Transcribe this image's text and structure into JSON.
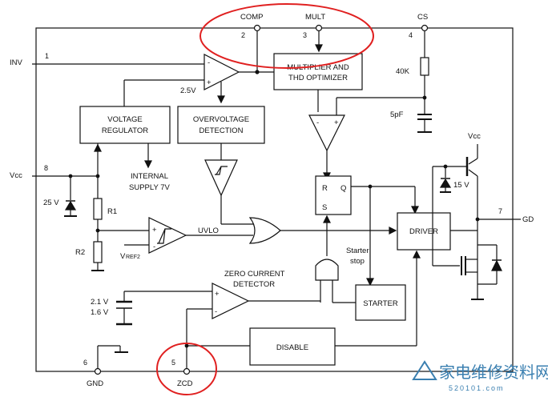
{
  "pins": {
    "inv": {
      "name": "INV",
      "num": "1"
    },
    "comp": {
      "name": "COMP",
      "num": "2"
    },
    "mult": {
      "name": "MULT",
      "num": "3"
    },
    "cs": {
      "name": "CS",
      "num": "4"
    },
    "zcd": {
      "name": "ZCD",
      "num": "5"
    },
    "gnd": {
      "name": "GND",
      "num": "6"
    },
    "gd": {
      "name": "GD",
      "num": "7"
    },
    "vcc": {
      "name": "Vcc",
      "num": "8"
    }
  },
  "blocks": {
    "multiplier": [
      "MULTIPLIER AND",
      "THD OPTIMIZER"
    ],
    "voltage_regulator": [
      "VOLTAGE",
      "REGULATOR"
    ],
    "overvoltage": [
      "OVERVOLTAGE",
      "DETECTION"
    ],
    "driver": "DRIVER",
    "starter": "STARTER",
    "disable": "DISABLE",
    "flipflop": {
      "r": "R",
      "s": "S",
      "q": "Q"
    }
  },
  "labels": {
    "ref_2v5": "2.5V",
    "internal_supply": [
      "INTERNAL",
      "SUPPLY 7V"
    ],
    "r_40k": "40K",
    "c_5pf": "5pF",
    "zener_25v": "25 V",
    "r1": "R1",
    "r2": "R2",
    "vref2": "V",
    "vref2_sub": "REF2",
    "uvlo": "UVLO",
    "zero_current": [
      "ZERO CURRENT",
      "DETECTOR"
    ],
    "zcd_thresholds": [
      "2.1 V",
      "1.6 V"
    ],
    "starter_stop": [
      "Starter",
      "stop"
    ],
    "vcc_out": "Vcc",
    "zener_15v": "15 V",
    "comp_minus": "-",
    "comp_plus": "+"
  },
  "watermark": {
    "brand": "家电维修资料网",
    "url": "520101.com"
  },
  "colors": {
    "line": "#111111",
    "highlight": "#e02020",
    "watermark": "#3a7fb0"
  }
}
